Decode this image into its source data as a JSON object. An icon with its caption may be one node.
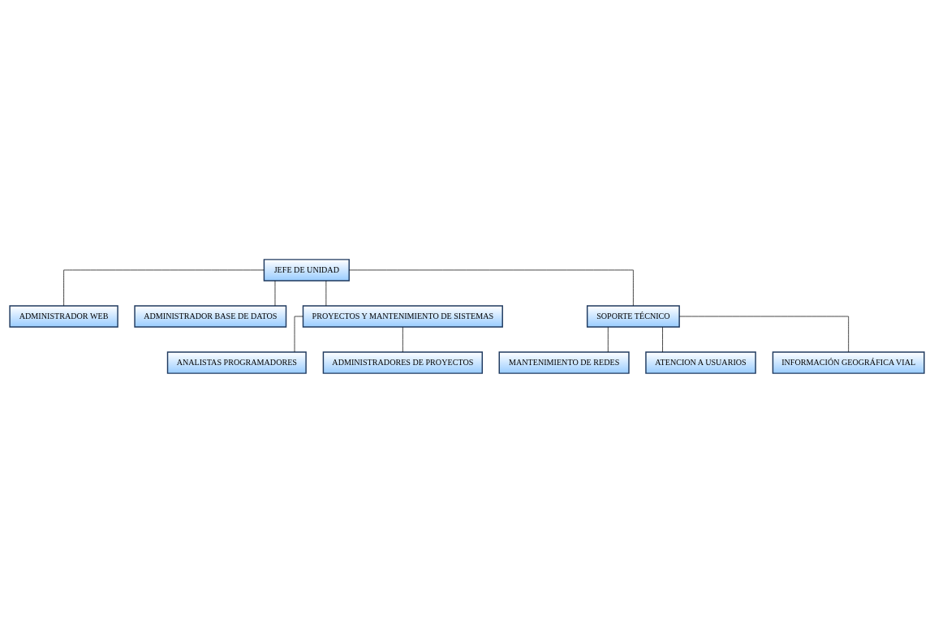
{
  "diagram": {
    "nodes": [
      {
        "text": [
          "JEFE DE UNIDAD"
        ]
      },
      {
        "text": [
          "ADMINISTRADOR WEB"
        ]
      },
      {
        "text": [
          "ADMINISTRADOR BASE DE DATOS"
        ]
      },
      {
        "text": [
          "PROYECTOS Y MANTENIMIENTO DE SISTEMAS"
        ]
      },
      {
        "text": [
          "ANALISTAS PROGRAMADORES"
        ]
      },
      {
        "text": [
          "ADMINISTRADORES DE PROYECTOS"
        ]
      },
      {
        "text": [
          "SOPORTE TÉCNICO"
        ]
      },
      {
        "text": [
          "MANTENIMIENTO DE REDES"
        ]
      },
      {
        "text": [
          "ATENCION A USUARIOS"
        ]
      },
      {
        "text": [
          "INFORMACIÓN GEOGRÁFICA VIAL"
        ]
      }
    ],
    "edges": [
      {
        "from": 0,
        "to": 1,
        "arrow": "none"
      },
      {
        "from": 0,
        "to": 2,
        "arrow": "none"
      },
      {
        "from": 0,
        "to": 3,
        "arrow": "none"
      },
      {
        "from": 0,
        "to": 6,
        "arrow": "none"
      },
      {
        "from": 3,
        "to": 4,
        "arrow": "none"
      },
      {
        "from": 3,
        "to": 5,
        "arrow": "none"
      },
      {
        "from": 6,
        "to": 7,
        "arrow": "none"
      },
      {
        "from": 6,
        "to": 8,
        "arrow": "none"
      },
      {
        "from": 6,
        "to": 9,
        "arrow": "none"
      }
    ]
  }
}
